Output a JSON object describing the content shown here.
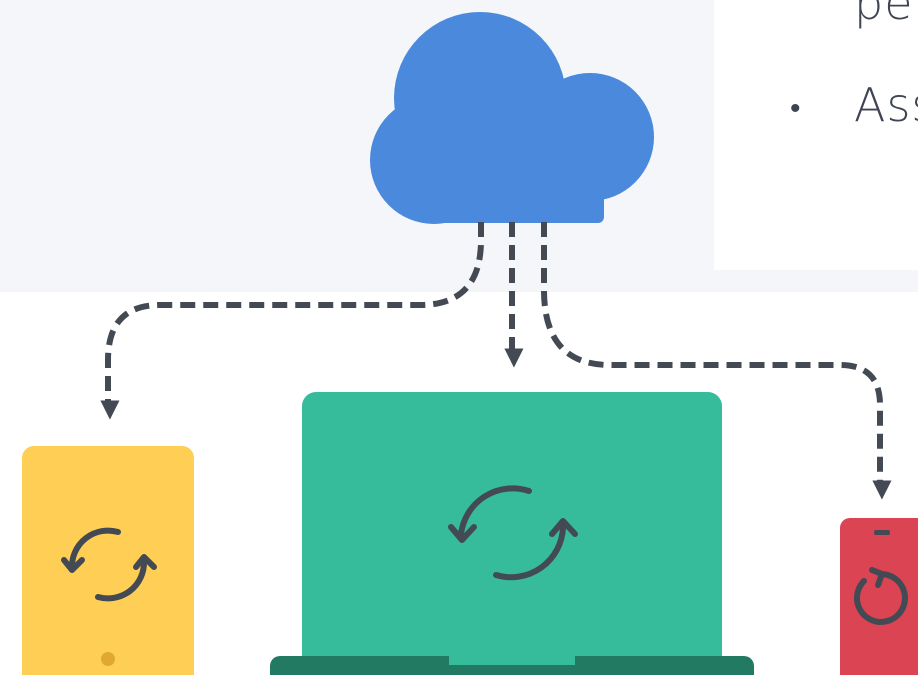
{
  "slide": {
    "bullets": [
      {
        "marker": "",
        "text": "pe"
      },
      {
        "marker": "•",
        "text": "Ass"
      }
    ]
  },
  "diagram": {
    "nodes": [
      {
        "id": "cloud",
        "icon": "cloud-icon",
        "color": "#4a89dc"
      },
      {
        "id": "tablet",
        "icon": "sync-icon",
        "color": "#ffce54"
      },
      {
        "id": "laptop",
        "icon": "sync-icon",
        "color": "#37bc9b"
      },
      {
        "id": "phone",
        "icon": "refresh-icon",
        "color": "#da4453"
      }
    ],
    "connectors": [
      {
        "from": "cloud",
        "to": "tablet",
        "style": "dashed-arrow"
      },
      {
        "from": "cloud",
        "to": "laptop",
        "style": "dashed-arrow"
      },
      {
        "from": "cloud",
        "to": "phone",
        "style": "dashed-arrow"
      }
    ],
    "colors": {
      "arrow": "#434a54",
      "laptop_base": "#237a63",
      "tablet_button": "#e0a82e"
    }
  }
}
